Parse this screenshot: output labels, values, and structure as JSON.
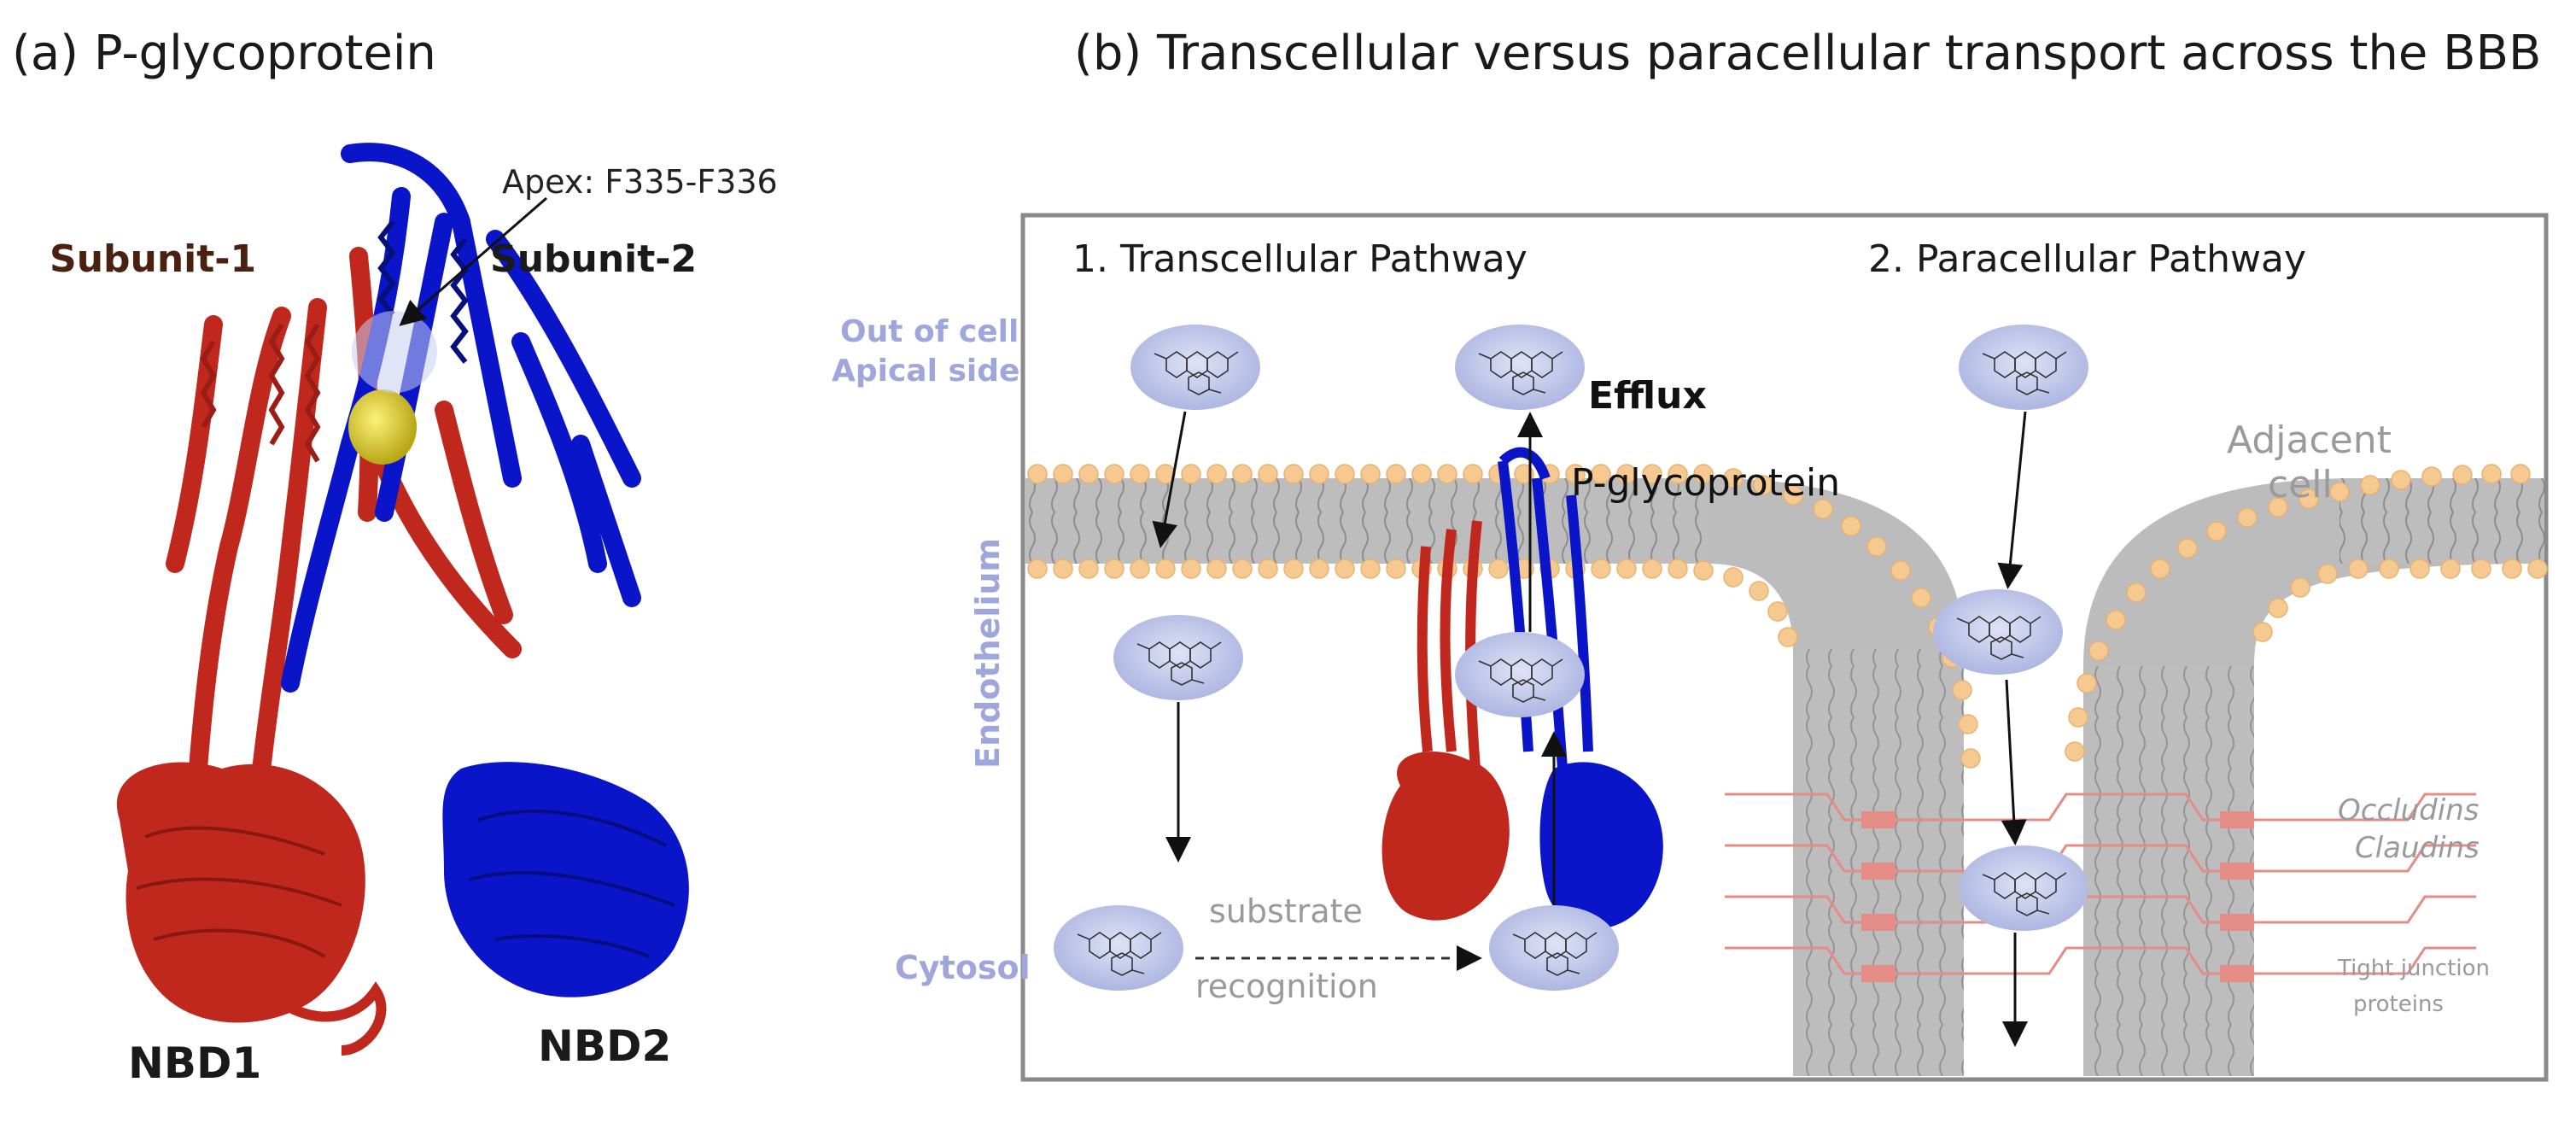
{
  "panel_a": {
    "title": "(a) P-glycoprotein",
    "labels": {
      "apex": "Apex: F335-F336",
      "subunit1": "Subunit-1",
      "subunit2": "Subunit-2",
      "nbd1": "NBD1",
      "nbd2": "NBD2"
    }
  },
  "panel_b": {
    "title": "(b) Transcellular versus paracellular transport across the BBB",
    "pathway1": "1. Transcellular Pathway",
    "pathway2": "2. Paracellular Pathway",
    "side_labels": {
      "out_line1": "Out of cell",
      "out_line2": "Apical side",
      "endothelium": "Endothelium",
      "cytosol": "Cytosol"
    },
    "efflux": "Efflux",
    "pgp": "P-glycoprotein",
    "substrate_line1": "substrate",
    "substrate_line2": "recognition",
    "adjacent_line1": "Adjacent",
    "adjacent_line2": "cell",
    "occludins": "Occludins",
    "claudins": "Claudins",
    "tj_line1": "Tight junction",
    "tj_line2": "proteins"
  },
  "colors": {
    "red_subunit": "#c0281e",
    "blue_subunit": "#0a14c8",
    "apex_sphere": "#e2d63a",
    "membrane_gray": "#b9b9b9",
    "lipid_head": "#f6c990",
    "molecule_fill": "#bcc3e6",
    "side_label": "#9fa6dc",
    "tight_junction": "#e48c86",
    "muted_text": "#9a9a9a",
    "panel_border": "#8a8a8a"
  }
}
